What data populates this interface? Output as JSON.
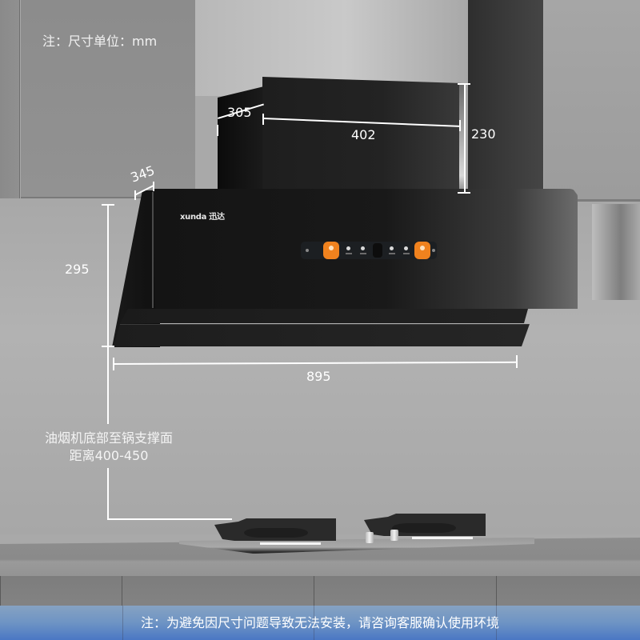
{
  "notes": {
    "unit_note": "注：尺寸单位：mm",
    "distance_note_line1": "油烟机底部至锅支撑面",
    "distance_note_line2": "距离400-450",
    "bottom_banner": "注：为避免因尺寸问题导致无法安装，请咨询客服确认使用环境"
  },
  "dimensions": {
    "chimney_depth": "305",
    "chimney_width": "402",
    "chimney_height": "230",
    "hood_depth": "345",
    "hood_height": "295",
    "hood_width": "895"
  },
  "product": {
    "brand_logo": "xunda 迅达"
  },
  "colors": {
    "control_accent": "#f0821e",
    "banner_top": "#86a2c2",
    "banner_bottom": "#4a77c4",
    "dimension_line": "#ffffff",
    "hood_body": "#1a1a1a"
  }
}
